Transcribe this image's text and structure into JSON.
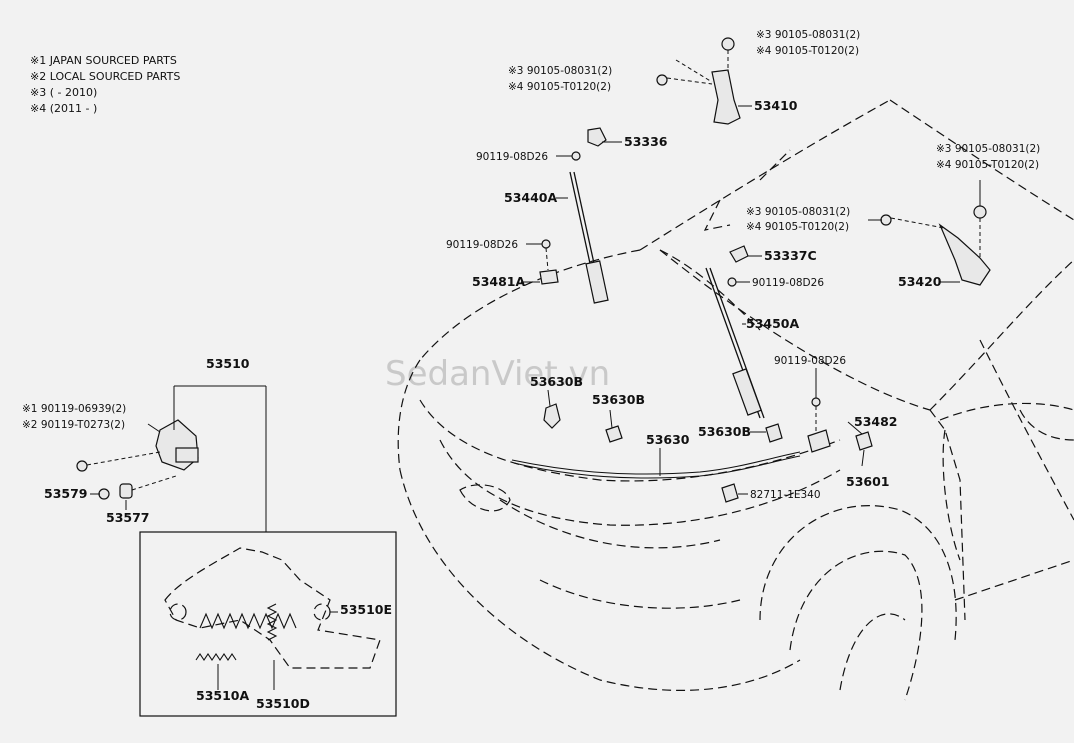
{
  "notes": [
    "※1 JAPAN SOURCED PARTS",
    "※2 LOCAL SOURCED PARTS",
    "※3 (        - 2010)",
    "※4 (2011 -        )"
  ],
  "watermark": "SedanViet.vn",
  "labels": {
    "p53410": "53410",
    "p53420": "53420",
    "p53336": "53336",
    "p53337c": "53337C",
    "p53440a": "53440A",
    "p53450a": "53450A",
    "p53481a": "53481A",
    "p53482": "53482",
    "p53510": "53510",
    "p53510a": "53510A",
    "p53510d": "53510D",
    "p53510e": "53510E",
    "p53577": "53577",
    "p53579": "53579",
    "p53601": "53601",
    "p53630": "53630",
    "p53630b_1": "53630B",
    "p53630b_2": "53630B",
    "p53630b_3": "53630B",
    "p82711": "82711-1E340",
    "b_hinge_l_3": "※3  90105-08031(2)",
    "b_hinge_l_4": "※4  90105-T0120(2)",
    "b_top_3": "※3  90105-08031(2)",
    "b_top_4": "※4  90105-T0120(2)",
    "b_right_3": "※3  90105-08031(2)",
    "b_right_4": "※4  90105-T0120(2)",
    "b_mid_3": "※3  90105-08031(2)",
    "b_mid_4": "※4  90105-T0120(2)",
    "b_lock_1": "※1  90119-06939(2)",
    "b_lock_2": "※2  90119-T0273(2)",
    "b_08d26_a": "90119-08D26",
    "b_08d26_b": "90119-08D26",
    "b_08d26_c": "90119-08D26",
    "b_08d26_d": "90119-08D26"
  }
}
